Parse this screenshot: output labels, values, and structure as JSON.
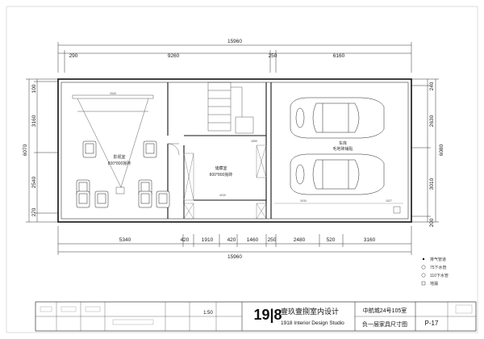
{
  "dimensions": {
    "top_total": "15960",
    "top_segments": [
      "290",
      "9260",
      "250",
      "6160"
    ],
    "bottom_segments": [
      "5340",
      "420",
      "1910",
      "420",
      "1460",
      "250",
      "2480",
      "520",
      "3160"
    ],
    "bottom_total": "15960",
    "left_total": "6070",
    "left_segments": [
      "100",
      "3160",
      "2540",
      "270"
    ],
    "right_total": "6080",
    "right_segments": [
      "240",
      "2630",
      "3010",
      "200"
    ],
    "inner_left_top": "2540",
    "inner_store": "4030",
    "inner_garage_a": "3030",
    "inner_garage_b": "1527",
    "inner_store_side": "1850"
  },
  "rooms": {
    "audio_room": {
      "name": "影视室",
      "floor": "800*800抛砖"
    },
    "storage": {
      "name": "储藏室",
      "floor": "800*800抛砖"
    },
    "garage": {
      "name": "车库",
      "floor": "毛地砖铺贴"
    }
  },
  "legend": [
    {
      "symbol": "dot",
      "label": "排气管道"
    },
    {
      "symbol": "circle",
      "label": "75下水管"
    },
    {
      "symbol": "circle",
      "label": "110下水管"
    },
    {
      "symbol": "square",
      "label": "地漏"
    }
  ],
  "title_block": {
    "scale": "1:50",
    "logo_mark": "19|8",
    "company_cn": "壹玖壹捌室内设计",
    "company_en": "1918 Interior Design Studio",
    "project": "中航城24号105室",
    "drawing_title": "负一层家具尺寸图",
    "page_no": "P-17"
  },
  "colors": {
    "line": "#111111",
    "paper": "#ffffff",
    "hatch": "#666666"
  }
}
